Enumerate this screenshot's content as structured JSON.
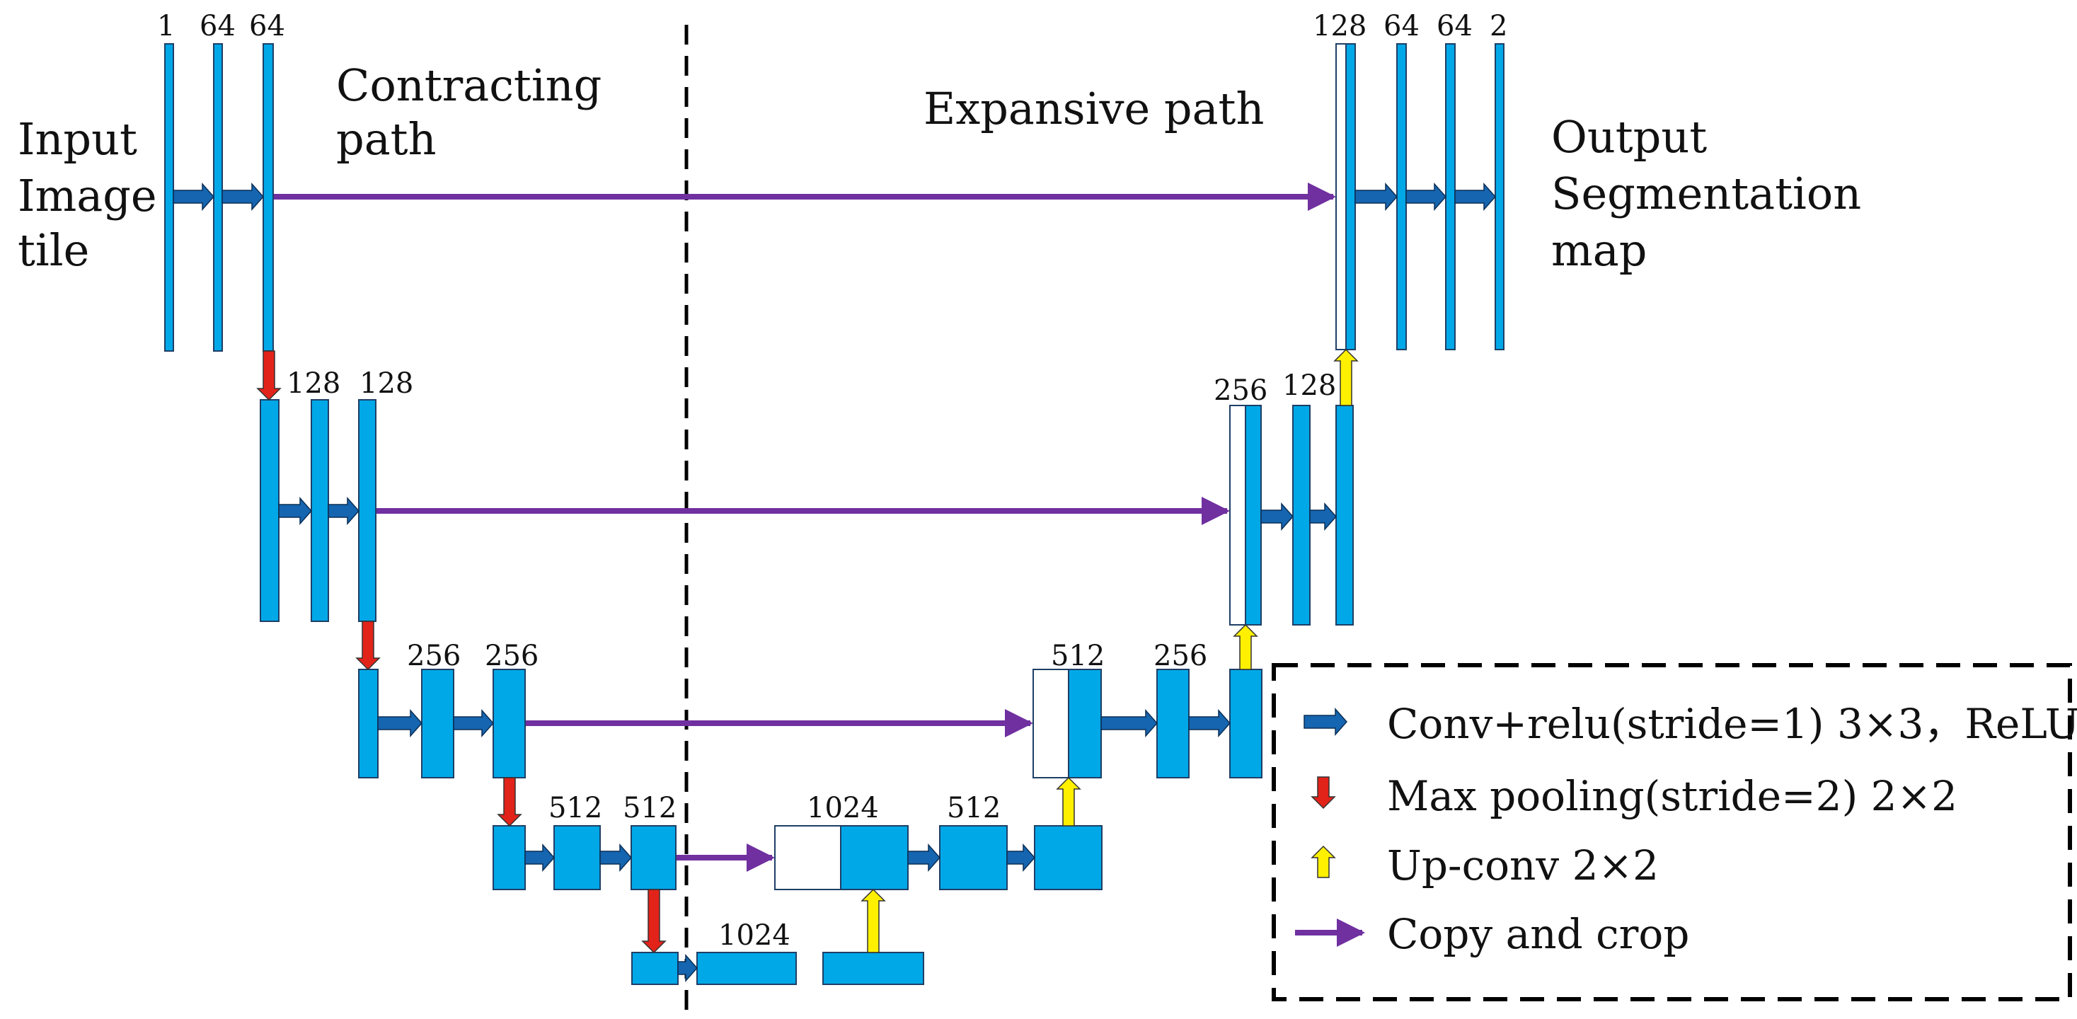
{
  "colors": {
    "block": "#00a8e8",
    "block_stroke": "#1e3f66",
    "copy_block": "#ffffff",
    "conv_arrow": "#1565b0",
    "pool_arrow": "#e2231a",
    "upconv_arrow": "#fff000",
    "copy_arrow": "#7030a0",
    "divider": "#000000"
  },
  "labels": {
    "input": [
      "Input",
      "Image",
      "tile"
    ],
    "contracting": [
      "Contracting",
      "path"
    ],
    "expansive": "Expansive path",
    "output": [
      "Output",
      "Segmentation",
      "map"
    ]
  },
  "channels": {
    "l1": [
      "1",
      "64",
      "64"
    ],
    "l2": [
      "128",
      "128"
    ],
    "l3": [
      "256",
      "256"
    ],
    "l4": [
      "512",
      "512"
    ],
    "bottom": "1024",
    "u4": [
      "1024",
      "512"
    ],
    "u3": [
      "512",
      "256"
    ],
    "u2": [
      "256",
      "128"
    ],
    "u1": [
      "128",
      "64",
      "64",
      "2"
    ]
  },
  "legend": {
    "conv": "Conv+relu(stride=1) 3×3，ReLU",
    "pool": "Max pooling(stride=2) 2×2",
    "upconv": "Up-conv 2×2",
    "copy": "Copy and crop"
  },
  "icons": {
    "conv": "blue-right-arrow-icon",
    "pool": "red-down-arrow-icon",
    "upconv": "yellow-up-arrow-icon",
    "copy": "purple-right-arrow-icon"
  }
}
